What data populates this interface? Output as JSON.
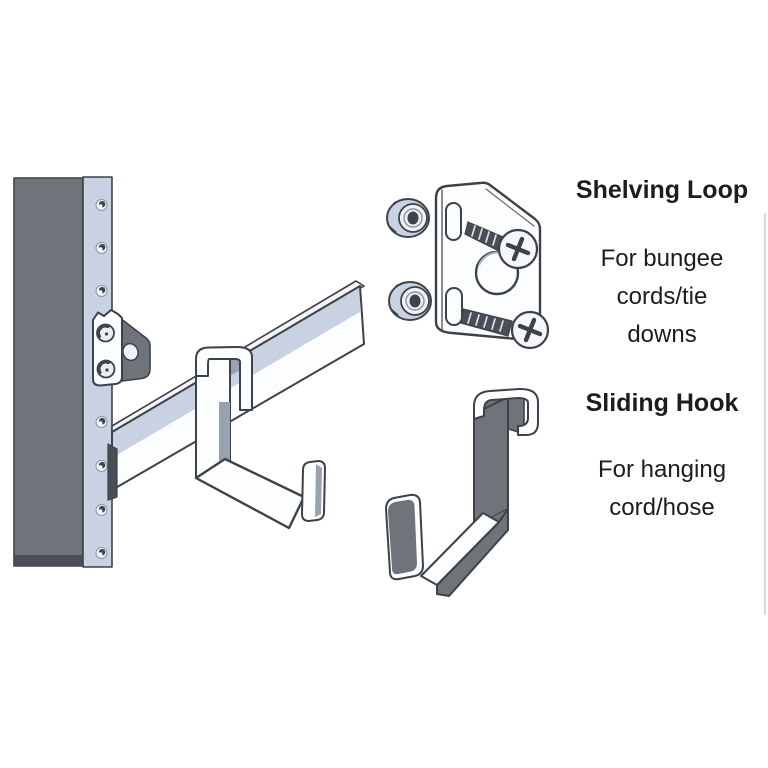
{
  "legend": {
    "items": [
      {
        "title": "Shelving Loop",
        "desc_lines": [
          "For bungee",
          "cords/tie",
          "downs"
        ]
      },
      {
        "title": "Sliding Hook",
        "desc_lines": [
          "For hanging",
          "cord/hose"
        ]
      }
    ]
  },
  "colors": {
    "background": "#ffffff",
    "text": "#1d1d1f",
    "outline": "#3d4248",
    "steel_dark": "#6f747b",
    "steel_darker": "#4a4e55",
    "steel_light": "#c9d2e2",
    "steel_shade": "#9aa2b1",
    "white_face": "#fcfdfe",
    "edge_line": "#d8d8d8"
  }
}
